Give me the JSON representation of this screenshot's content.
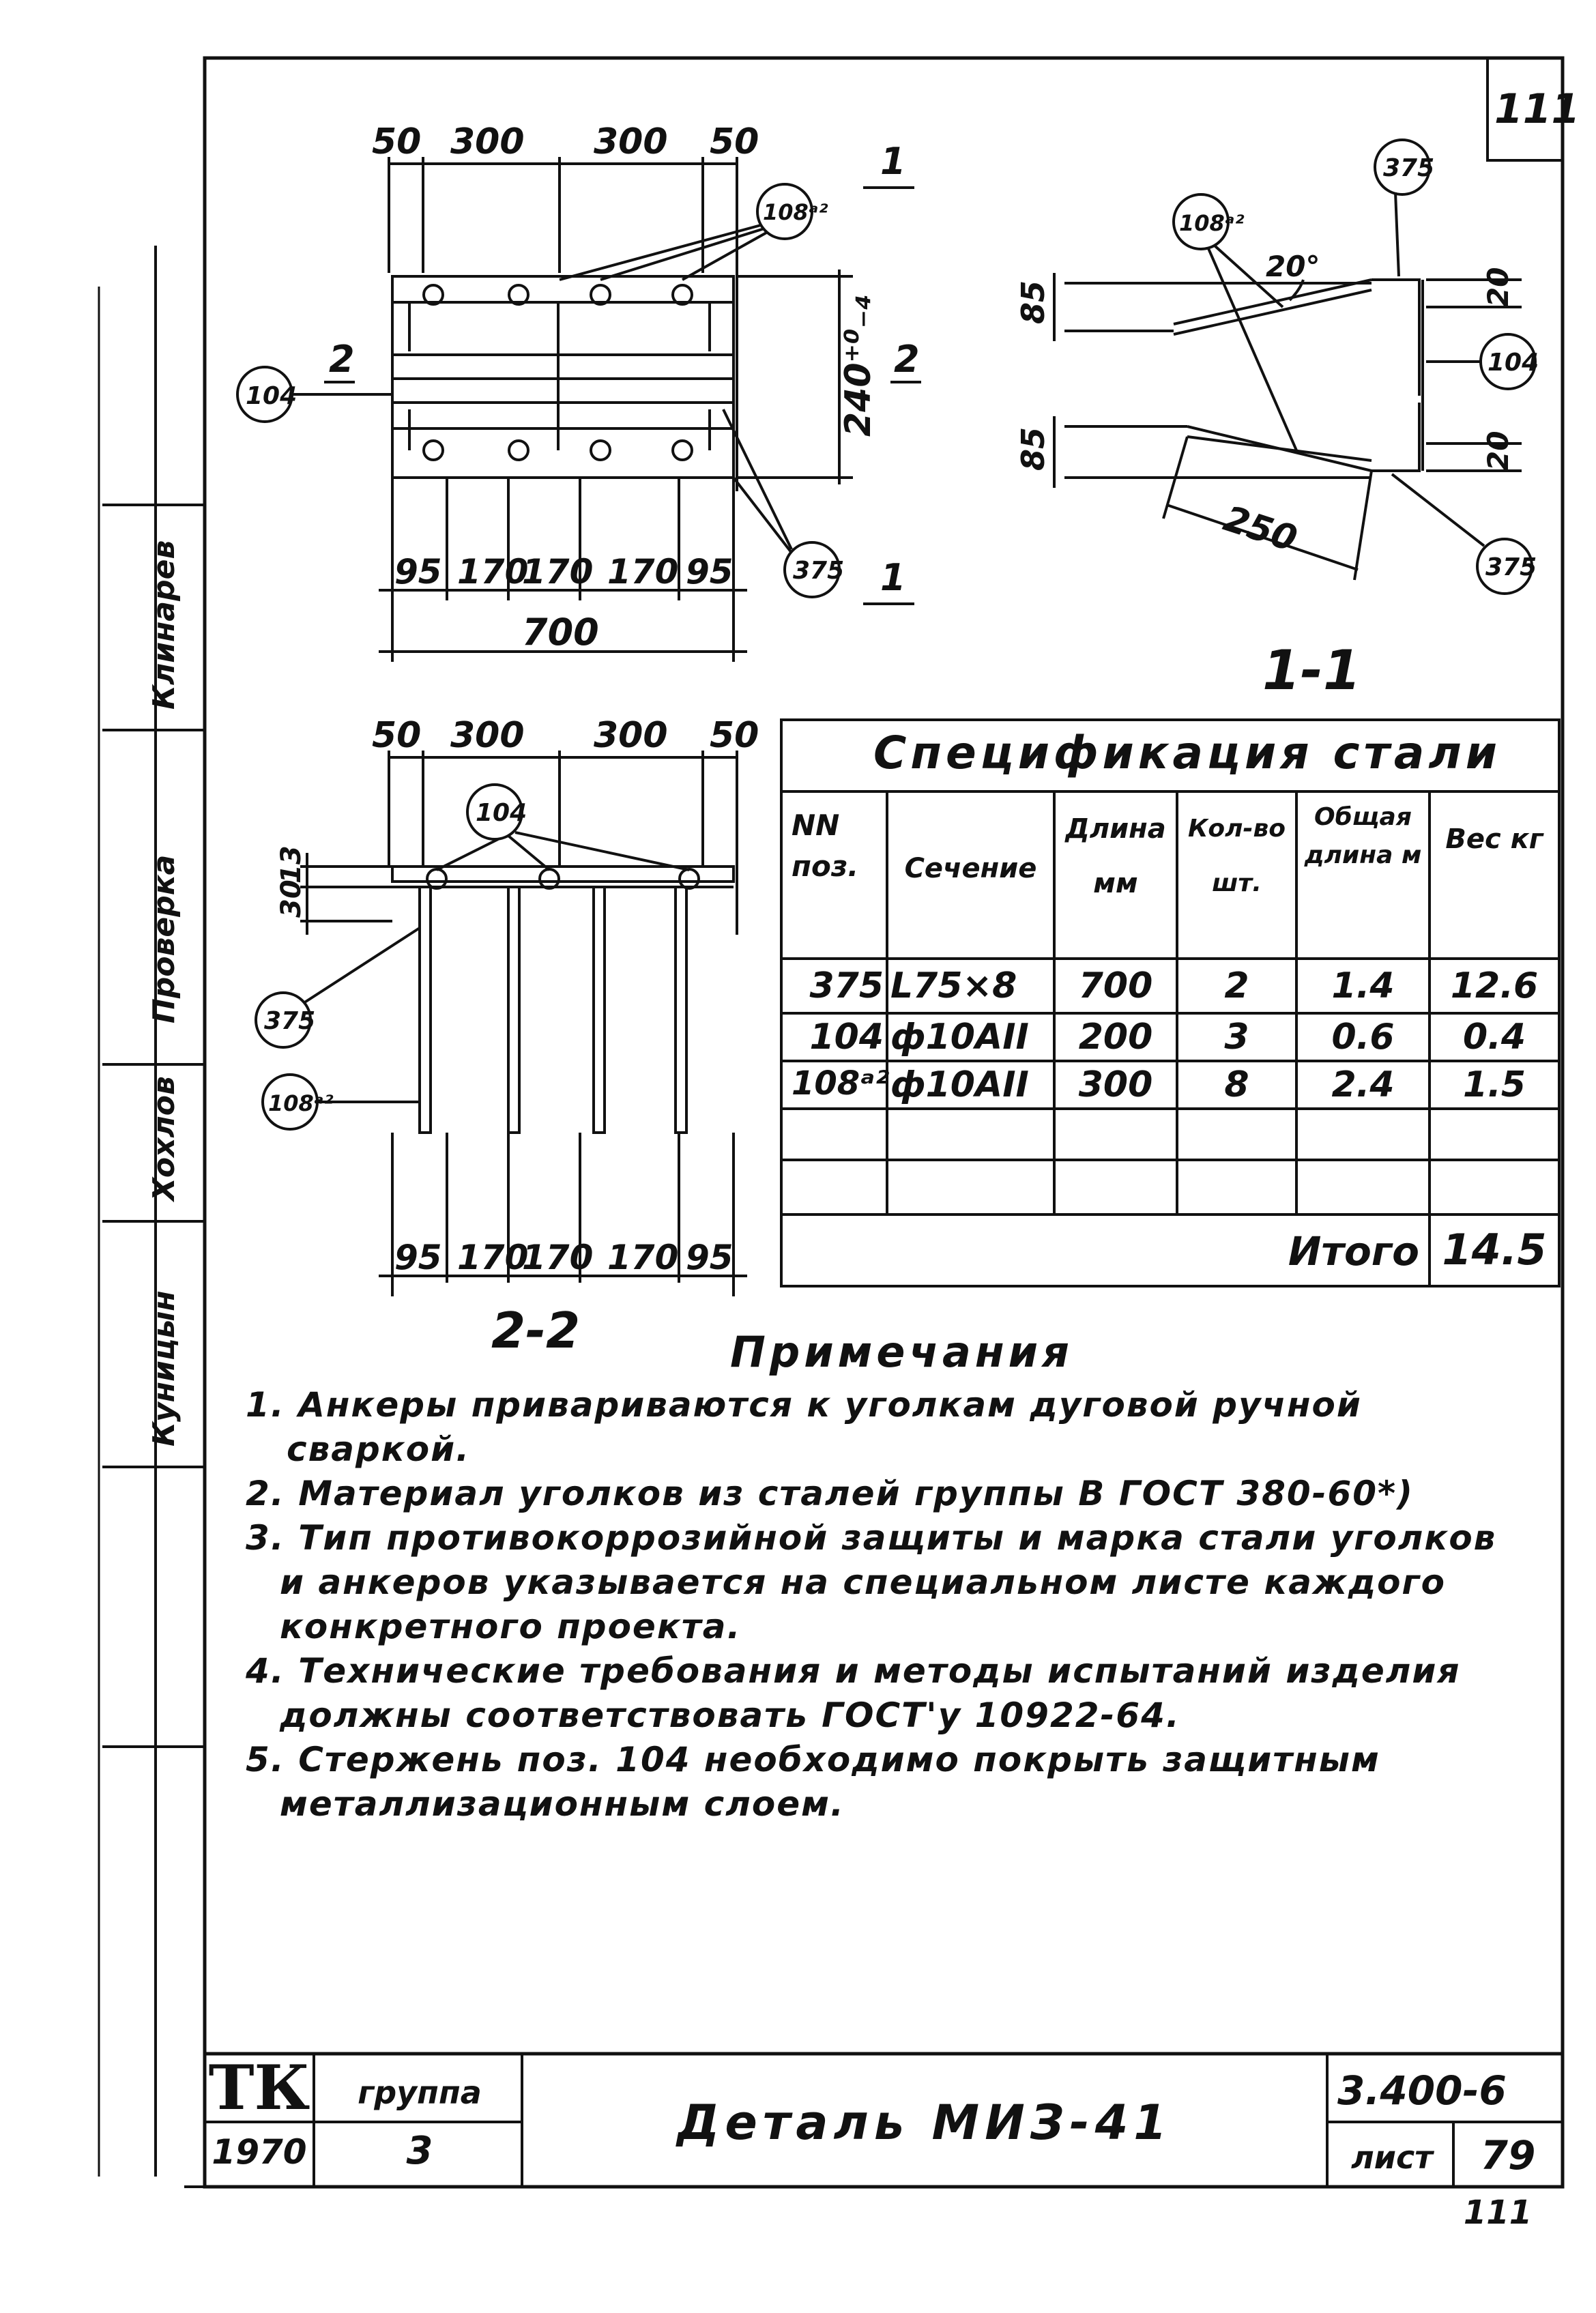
{
  "sheet_number": "111",
  "bottom_note": "111",
  "view_plan": {
    "top_dims": [
      "50",
      "300",
      "300",
      "50"
    ],
    "bottom_dims": [
      "95",
      "170",
      "170",
      "170",
      "95"
    ],
    "overall_width": "700",
    "height_dim": "240⁺⁰₋₄",
    "section_mark_1": "1",
    "section_mark_2": "2",
    "callout_left": "104",
    "callout_top": "108ᵃ²",
    "callout_right": "375"
  },
  "view_section_1": {
    "title": "1-1",
    "dim_top": "85",
    "dim_bottom": "85",
    "angle": "20°",
    "leg_top": "20",
    "leg_bottom": "20",
    "length": "250",
    "callout_rod": "108ᵃ²",
    "callout_angle_top": "375",
    "callout_bar": "104",
    "callout_angle_bottom": "375"
  },
  "view_section_2": {
    "title": "2-2",
    "top_dims": [
      "50",
      "300",
      "300",
      "50"
    ],
    "side_dims": [
      "30",
      "13"
    ],
    "bottom_dims": [
      "95",
      "170",
      "170",
      "170",
      "95"
    ],
    "callout_top": "104",
    "callout_angle": "375",
    "callout_anchor": "108ᵃ²"
  },
  "spec_table": {
    "title": "Спецификация стали",
    "headers": [
      "NN поз.",
      "Сечение",
      "Длина мм",
      "Кол-во шт.",
      "Общая длина м",
      "Вес кг"
    ],
    "rows": [
      [
        "375",
        "L75×8",
        "700",
        "2",
        "1.4",
        "12.6"
      ],
      [
        "104",
        "ф10АII",
        "200",
        "3",
        "0.6",
        "0.4"
      ],
      [
        "108ᵃ²",
        "ф10АII",
        "300",
        "8",
        "2.4",
        "1.5"
      ],
      [
        "",
        "",
        "",
        "",
        "",
        ""
      ],
      [
        "",
        "",
        "",
        "",
        "",
        ""
      ]
    ],
    "total_label": "Итого",
    "total_value": "14.5"
  },
  "notes": {
    "title": "Примечания",
    "lines": [
      "1. Анкеры привариваются к уголкам дуговой ручной",
      "сваркой.",
      "2. Материал уголков из сталей группы В ГОСТ 380-60*)",
      "3. Тип противокоррозийной защиты и марка стали уголков",
      "и анкеров указывается на специальном листе каждого",
      "конкретного проекта.",
      "4. Технические требования и методы испытаний изделия",
      "должны соответствовать ГОСТ'у 10922-64.",
      "5. Стержень поз. 104 необходимо покрыть защитным",
      "металлизационным слоем."
    ]
  },
  "title_block": {
    "logo": "ТК",
    "year": "1970",
    "group_label": "группа",
    "group_value": "3",
    "drawing_title": "Деталь МИЗ-41",
    "series": "3.400-6",
    "sheet_label": "лист",
    "sheet_value": "79"
  },
  "side_stamp": {
    "labels": [
      "Проверка",
      "Клинарев",
      "Куницын",
      "Хохлов"
    ]
  }
}
